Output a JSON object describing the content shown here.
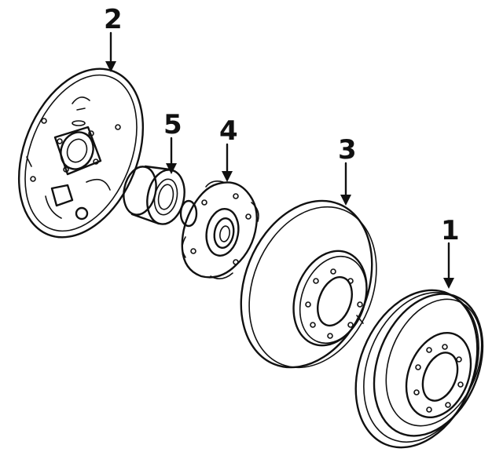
{
  "callouts": [
    {
      "id": "2",
      "label": "2"
    },
    {
      "id": "5",
      "label": "5"
    },
    {
      "id": "4",
      "label": "4"
    },
    {
      "id": "3",
      "label": "3"
    },
    {
      "id": "1",
      "label": "1"
    }
  ],
  "colors": {
    "ink": "#111111",
    "background": "#ffffff"
  }
}
